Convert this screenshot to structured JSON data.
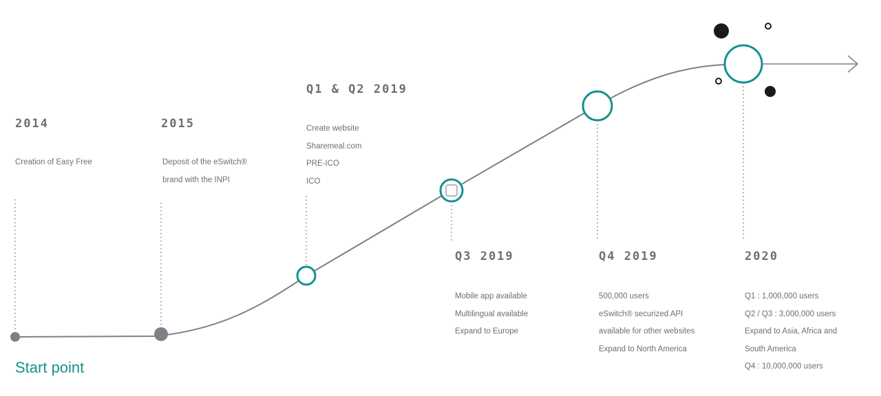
{
  "start_label": "Start point",
  "colors": {
    "accent": "#16908f",
    "line": "#5a5f64",
    "dot": "#1a1a1a",
    "muted": "#6b6f73"
  },
  "milestones": [
    {
      "year": "2014",
      "lines": [
        "Creation of Easy Free"
      ]
    },
    {
      "year": "2015",
      "lines": [
        "Deposit of the eSwitch®",
        "brand with the INPI"
      ]
    },
    {
      "year": "Q1 & Q2 2019",
      "lines": [
        "Create website",
        "Sharemeal.com",
        "PRE-ICO",
        "ICO"
      ]
    },
    {
      "year": "Q3 2019",
      "lines": [
        "Mobile app available",
        "Multilingual available",
        "Expand to Europe"
      ]
    },
    {
      "year": "Q4 2019",
      "lines": [
        "500,000 users",
        "eSwitch® securized API",
        "available for other websites",
        "Expand to North America"
      ]
    },
    {
      "year": "2020",
      "lines": [
        "Q1 : 1,000,000 users",
        "Q2 / Q3 : 3,000,000 users",
        "Expand to Asia, Africa and",
        "South America",
        "Q4 : 10,000,000 users"
      ]
    }
  ]
}
